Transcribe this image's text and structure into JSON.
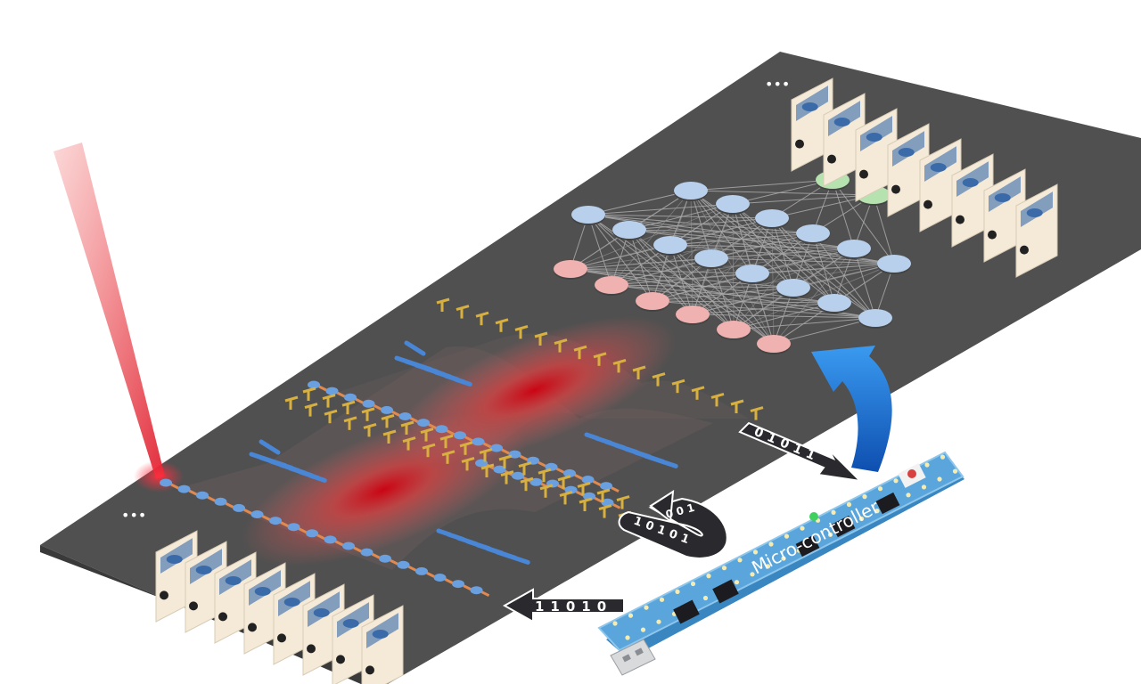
{
  "microcontroller": {
    "label": "Micro-controller"
  },
  "bit_streams": {
    "top_arrow": "01011",
    "loop_outer": "10101",
    "loop_inner": "001",
    "bottom_arrow": "11010"
  },
  "ellipsis": "•••",
  "colors": {
    "board": "#505050",
    "laser": "#e0343c",
    "pcb": "#4a9ad0",
    "neuron_input": "#f0b2b0",
    "neuron_hidden": "#b8d0ec",
    "neuron_output": "#b6e2b0",
    "feedback_arrow": "#1a6fdc",
    "wire_gold": "#d8b040"
  }
}
